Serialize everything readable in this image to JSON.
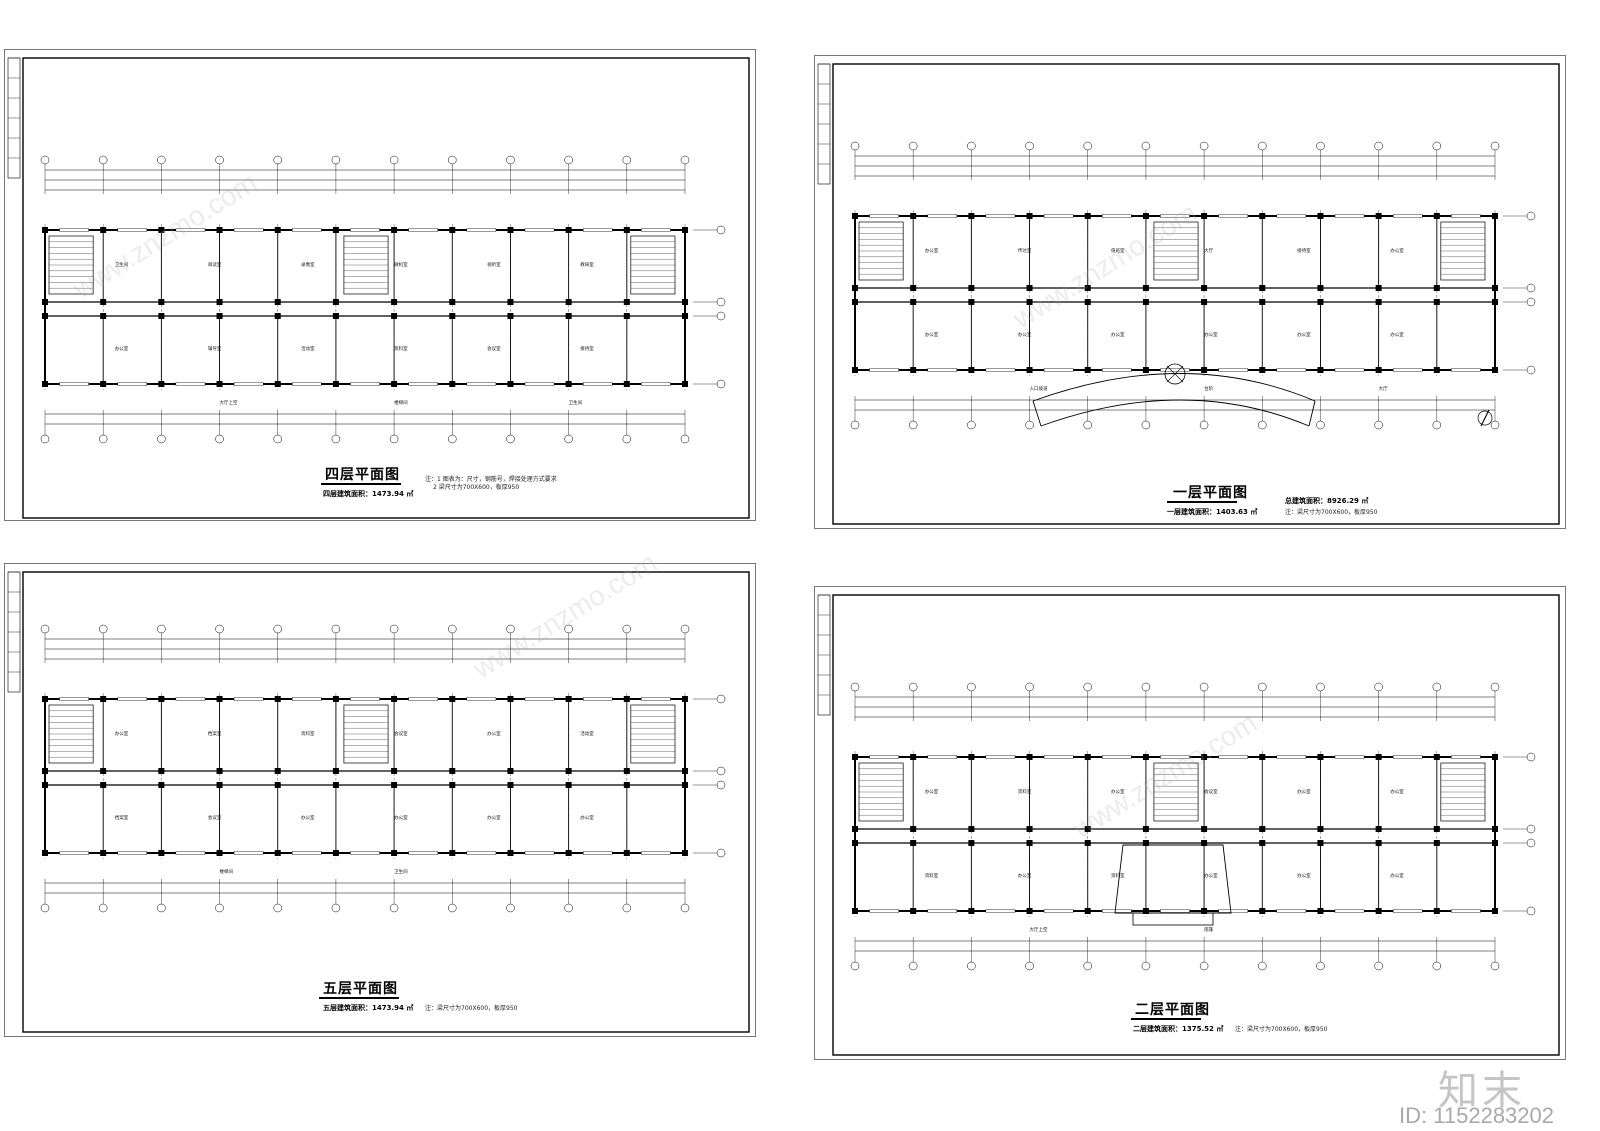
{
  "sheets": [
    {
      "id": "floor4",
      "title": "四层平面图",
      "area": "四层建筑面积：1473.94 ㎡",
      "notes": [
        "注：1  图表为：尺寸，钢筋号，焊接处理方式要求",
        "2 梁尺寸为700X600，板厚950"
      ],
      "rooms": [
        "卫生间",
        "阅读室",
        "录像室",
        "微机室",
        "视听室",
        "教研室",
        "办公室",
        "辅导室",
        "活动室",
        "资料室",
        "会议室",
        "接待室"
      ],
      "annotations": [
        "大厅上空",
        "楼梯间",
        "卫生间"
      ]
    },
    {
      "id": "floor1",
      "title": "一层平面图",
      "area": "一层建筑面积：1403.63 ㎡",
      "total_area": "总建筑面积：8926.29 ㎡",
      "notes": [
        "注：梁尺寸为700X600，板厚950"
      ],
      "rooms": [
        "办公室",
        "传达室",
        "值班室",
        "大厅",
        "接待室",
        "办公室",
        "办公室",
        "办公室",
        "办公室",
        "办公室",
        "办公室",
        "办公室"
      ],
      "annotations": [
        "入口坡道",
        "台阶",
        "大厅"
      ]
    },
    {
      "id": "floor5",
      "title": "五层平面图",
      "area": "五层建筑面积：1473.94 ㎡",
      "notes": [
        "注：梁尺寸为700X600，板厚950"
      ],
      "rooms": [
        "办公室",
        "档案室",
        "资料室",
        "会议室",
        "办公室",
        "活动室",
        "档案室",
        "会议室",
        "办公室",
        "办公室",
        "办公室",
        "办公室"
      ],
      "annotations": [
        "楼梯间",
        "卫生间"
      ]
    },
    {
      "id": "floor2",
      "title": "二层平面图",
      "area": "二层建筑面积：1375.52 ㎡",
      "notes": [
        "注：梁尺寸为700X600，板厚950"
      ],
      "rooms": [
        "办公室",
        "资料室",
        "办公室",
        "会议室",
        "办公室",
        "办公室",
        "资料室",
        "办公室",
        "资料室",
        "办公室",
        "办公室",
        "办公室"
      ],
      "annotations": [
        "大厅上空",
        "雨篷"
      ]
    }
  ],
  "watermark": {
    "brand": "知末",
    "id": "ID: 1152283202",
    "site": "www.znzmo.com"
  }
}
